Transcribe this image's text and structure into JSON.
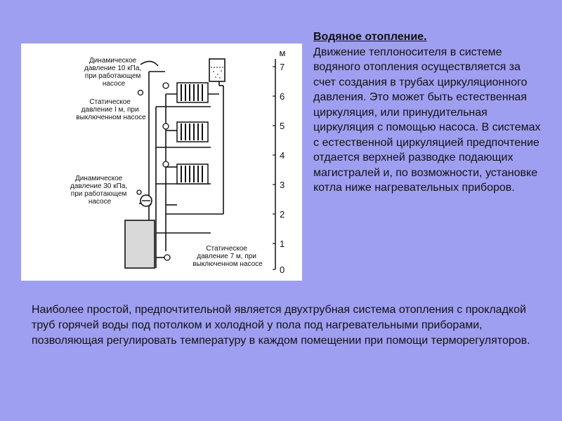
{
  "diagram": {
    "label_dynamic_top": [
      "Динамическое",
      "давление 10 кПа,",
      "при работающем",
      "насосе"
    ],
    "label_static_top": [
      "Статическое",
      "давление I м, при",
      "выключенном насосе"
    ],
    "label_dynamic_bottom": [
      "Динамическое",
      "давление 30 кПа,",
      "при работающем",
      "насосе"
    ],
    "label_static_bottom": [
      "Статическое",
      "давление 7 м, при",
      "выключенном насосе"
    ],
    "scale_unit": "м",
    "scale_ticks": [
      "7",
      "6",
      "5",
      "4",
      "3",
      "2",
      "1",
      "0"
    ]
  },
  "side_text": {
    "title": "Водяное отопление.",
    "body": "Движение теплоносителя в системе водяного отопления осуществляется за счет создания в трубах циркуляционного давления. Это может быть естественная циркуляция, или принудительная циркуляция с помощью насоса. В системах с естественной циркуляцией предпочтение отдается верхней разводке подающих магистралей и, по возможности, установке котла ниже нагревательных приборов."
  },
  "bottom_text": "Наиболее простой, предпочтительной является двухтрубная система отопления с прокладкой труб горячей воды под потолком и холодной у пола под нагревательными приборами, позволяющая регулировать температуру в каждом помещении при помощи терморегуляторов."
}
